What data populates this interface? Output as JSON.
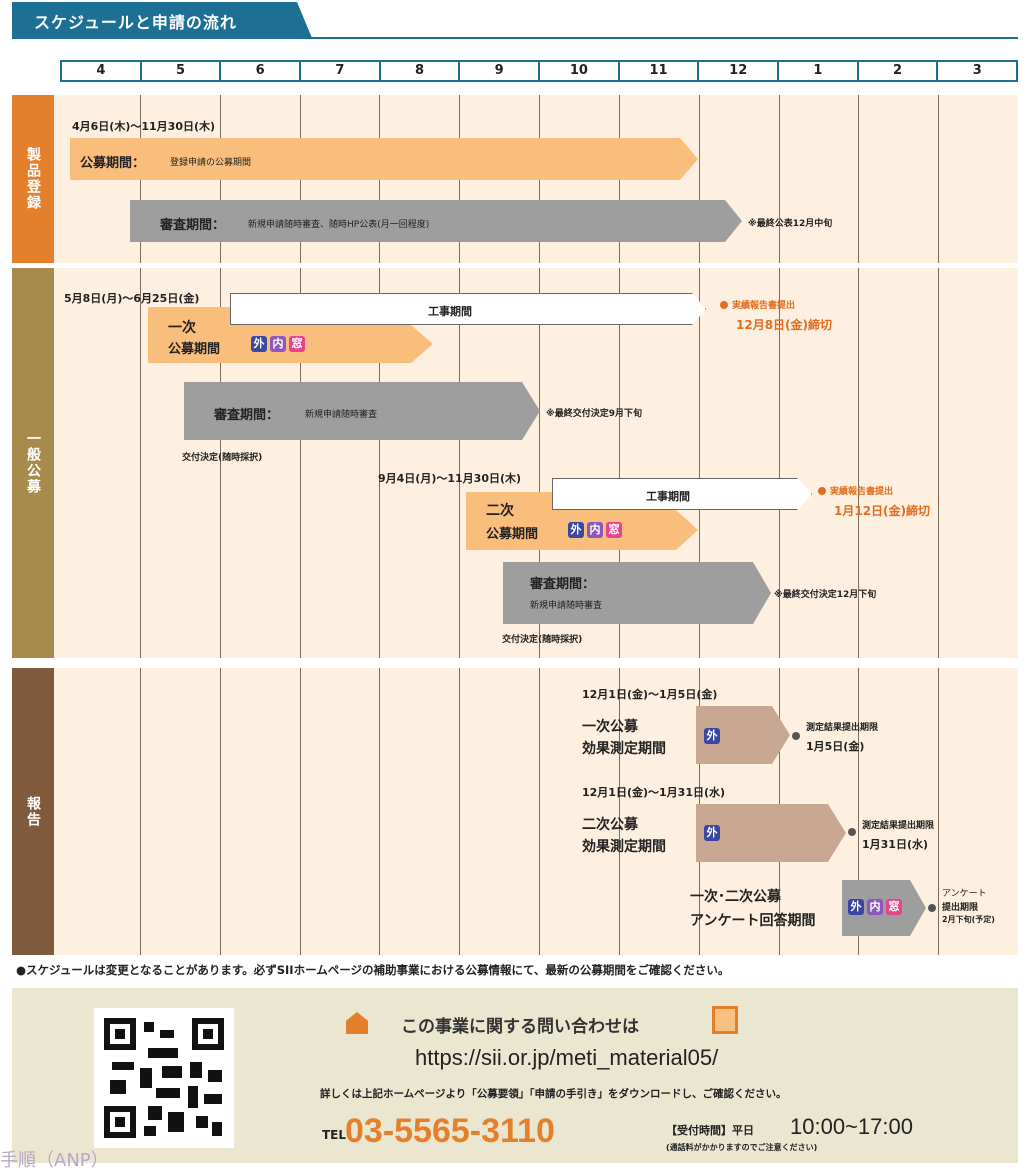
{
  "section_title": "スケジュールと申請の流れ",
  "months": [
    "4",
    "5",
    "6",
    "7",
    "8",
    "9",
    "10",
    "11",
    "12",
    "1",
    "2",
    "3"
  ],
  "categories": {
    "product": "製品登録",
    "general": "一般公募",
    "report": "報告"
  },
  "product": {
    "date": "4月6日(木)〜11月30日(木)",
    "bar1_title": "公募期間：",
    "bar1_desc": "登録申請の公募期間",
    "bar2_title": "審査期間：",
    "bar2_desc": "新規申請随時審査、随時HP公表(月一回程度)",
    "bar2_note": "※最終公表12月中旬"
  },
  "first": {
    "date": "5月8日(月)〜6月25日(金)",
    "work": "工事期間",
    "title1": "一次",
    "title2": "公募期間",
    "report1": "実績報告書提出",
    "report2": "12月8日(金)締切",
    "review_title": "審査期間：",
    "review_desc": "新規申請随時審査",
    "review_note": "※最終交付決定9月下旬",
    "decision": "交付決定(随時採択)"
  },
  "second": {
    "date": "9月4日(月)〜11月30日(木)",
    "work": "工事期間",
    "title1": "二次",
    "title2": "公募期間",
    "report1": "実績報告書提出",
    "report2": "1月12日(金)締切",
    "review_title": "審査期間：",
    "review_desc": "新規申請随時審査",
    "review_note": "※最終交付決定12月下旬",
    "decision": "交付決定(随時採択)"
  },
  "tags": {
    "out": "外",
    "in": "内",
    "win": "窓"
  },
  "report": {
    "r1_date": "12月1日(金)〜1月5日(金)",
    "r1_t1": "一次公募",
    "r1_t2": "効果測定期間",
    "r1_deadline1": "測定結果提出期限",
    "r1_deadline2": "1月5日(金)",
    "r2_date": "12月1日(金)〜1月31日(水)",
    "r2_t1": "二次公募",
    "r2_t2": "効果測定期間",
    "r2_deadline1": "測定結果提出期限",
    "r2_deadline2": "1月31日(水)",
    "r3_t1": "一次･二次公募",
    "r3_t2": "アンケート回答期間",
    "r3_deadline1": "アンケート",
    "r3_deadline2": "提出期限",
    "r3_deadline3": "2月下旬(予定)"
  },
  "note": "●スケジュールは変更となることがあります。必ずSIIホームページの補助事業における公募情報にて、最新の公募期間をご確認ください。",
  "info": {
    "heading": "この事業に関する問い合わせは",
    "url": "https://sii.or.jp/meti_material05/",
    "download_note": "詳しくは上記ホームページより「公募要領」「申請の手引き」をダウンロードし、ご確認ください。",
    "tel_label": "TEL",
    "tel": "03-5565-3110",
    "hours_label": "【受付時間】平日",
    "hours": "10:00~17:00",
    "hours_note": "(通話料がかかりますのでご注意ください)"
  },
  "footer_cut": "手順（ANP）",
  "colors": {
    "blue": "#1d6f94",
    "orange_side": "#e4802c",
    "olive_side": "#a68b4c",
    "brown_side": "#805a3c",
    "orange_bar": "#f9bd7c",
    "gray_bar": "#9e9e9e",
    "accent_red": "#e26d20"
  }
}
